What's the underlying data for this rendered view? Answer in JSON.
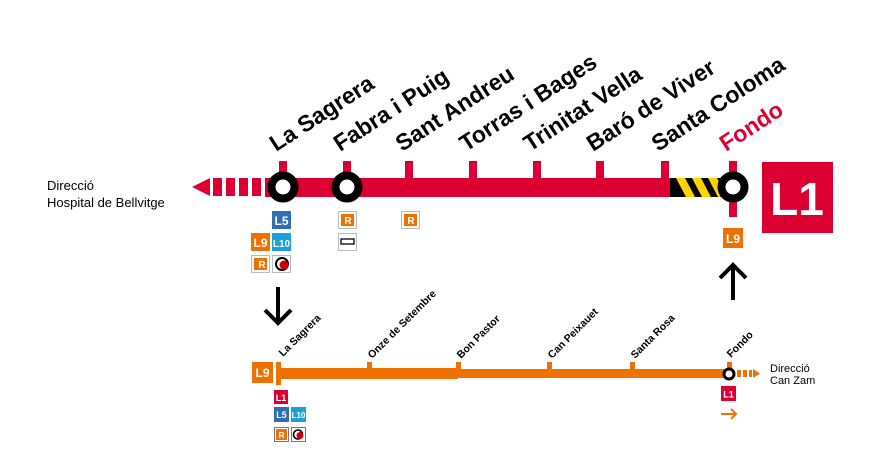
{
  "colors": {
    "l1": "#dc0032",
    "l9": "#ee7203",
    "l5": "#2f6eb4",
    "l10": "#1ba0dc",
    "hazard": "#ffd200"
  },
  "line_l1": {
    "badge": "L1",
    "direction_left": [
      "Direcció",
      "Hospital de Bellvitge"
    ],
    "stations": [
      {
        "name": "La Sagrera",
        "interchange": true
      },
      {
        "name": "Fabra i Puig",
        "interchange": true
      },
      {
        "name": "Sant Andreu",
        "interchange": false
      },
      {
        "name": "Torras i Bages",
        "interchange": false
      },
      {
        "name": "Trinitat Vella",
        "interchange": false
      },
      {
        "name": "Baró de Viver",
        "interchange": false
      },
      {
        "name": "Santa Coloma",
        "interchange": false
      },
      {
        "name": "Fondo",
        "interchange": true,
        "current": true
      }
    ],
    "connections": {
      "la_sagrera": [
        "L5",
        "L9",
        "L10",
        "R"
      ],
      "fabra_i_puig": [
        "R"
      ],
      "sant_andreu": [
        "R"
      ],
      "fondo": [
        "L9"
      ]
    }
  },
  "line_l9": {
    "badge": "L9",
    "direction_right": [
      "Direcció",
      "Can Zam"
    ],
    "stations": [
      "La Sagrera",
      "Onze de Setembre",
      "Bon Pastor",
      "Can Peixauet",
      "Santa Rosa",
      "Fondo"
    ],
    "connections": {
      "la_sagrera": [
        "L1",
        "L5",
        "L10",
        "R"
      ],
      "fondo": [
        "L1"
      ]
    }
  },
  "icons": [
    "bus-icon",
    "info-icon",
    "arrow-down-icon",
    "arrow-up-icon",
    "arrow-right-icon"
  ]
}
